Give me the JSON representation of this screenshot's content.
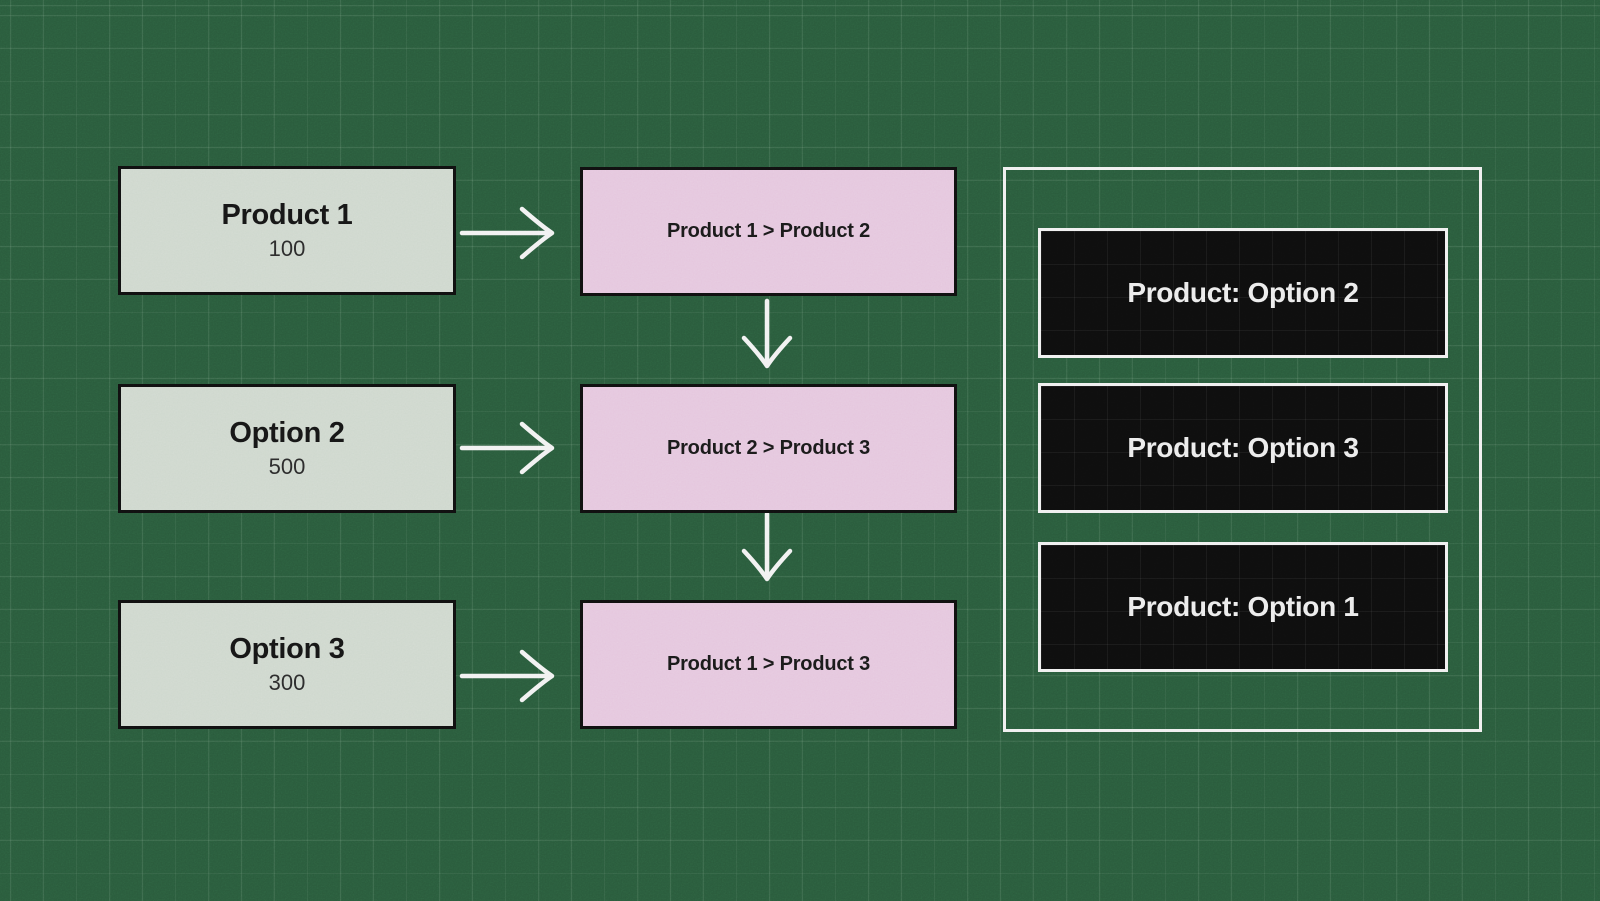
{
  "canvas": {
    "background_color": "#2a5b3c",
    "grid_color": "#46704f"
  },
  "palette": {
    "source_fill": "#cfd8ce",
    "relation_fill": "#e5c7de",
    "result_fill": "#0e0e0e",
    "dark_border": "#101010",
    "light_border": "#f0f0f0",
    "arrow_color": "#f2f2f2",
    "dark_text": "#161616",
    "light_text": "#ececec"
  },
  "source_nodes": [
    {
      "title": "Product 1",
      "value": "100"
    },
    {
      "title": "Option 2",
      "value": "500"
    },
    {
      "title": "Option 3",
      "value": "300"
    }
  ],
  "relation_nodes": [
    {
      "label": "Product 1 > Product 2"
    },
    {
      "label": "Product 2 > Product 3"
    },
    {
      "label": "Product 1 > Product 3"
    }
  ],
  "result_panel": {
    "items": [
      {
        "label": "Product: Option 2"
      },
      {
        "label": "Product: Option 3"
      },
      {
        "label": "Product: Option 1"
      }
    ]
  }
}
